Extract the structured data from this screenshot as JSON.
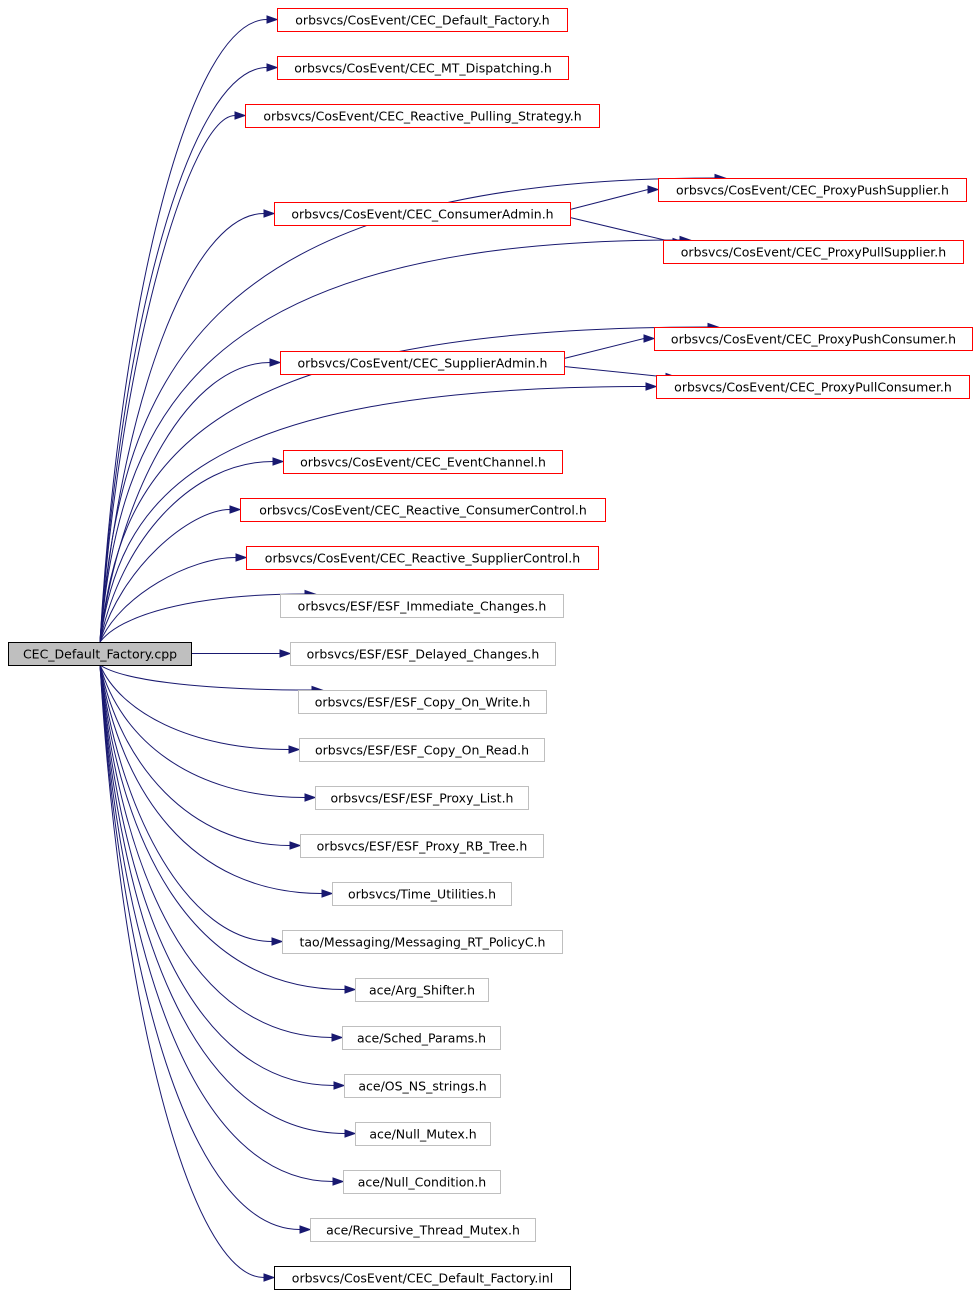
{
  "colors": {
    "root_fill": "#bfbfbf",
    "root_border": "#000000",
    "documented_border": "#ff0000",
    "undocumented_border": "#bfbfbf",
    "inline_border": "#000000",
    "edge": "#191970"
  },
  "root": {
    "label": "CEC_Default_Factory.cpp",
    "style": "root"
  },
  "nodes": [
    {
      "id": "n1",
      "label": "orbsvcs/CosEvent/CEC_Default_Factory.h",
      "style": "documented"
    },
    {
      "id": "n2",
      "label": "orbsvcs/CosEvent/CEC_MT_Dispatching.h",
      "style": "documented"
    },
    {
      "id": "n3",
      "label": "orbsvcs/CosEvent/CEC_Reactive_Pulling_Strategy.h",
      "style": "documented"
    },
    {
      "id": "n4",
      "label": "orbsvcs/CosEvent/CEC_ProxyPushSupplier.h",
      "style": "documented"
    },
    {
      "id": "n5",
      "label": "orbsvcs/CosEvent/CEC_ConsumerAdmin.h",
      "style": "documented"
    },
    {
      "id": "n6",
      "label": "orbsvcs/CosEvent/CEC_ProxyPullSupplier.h",
      "style": "documented"
    },
    {
      "id": "n7",
      "label": "orbsvcs/CosEvent/CEC_ProxyPushConsumer.h",
      "style": "documented"
    },
    {
      "id": "n8",
      "label": "orbsvcs/CosEvent/CEC_SupplierAdmin.h",
      "style": "documented"
    },
    {
      "id": "n9",
      "label": "orbsvcs/CosEvent/CEC_ProxyPullConsumer.h",
      "style": "documented"
    },
    {
      "id": "n10",
      "label": "orbsvcs/CosEvent/CEC_EventChannel.h",
      "style": "documented"
    },
    {
      "id": "n11",
      "label": "orbsvcs/CosEvent/CEC_Reactive_ConsumerControl.h",
      "style": "documented"
    },
    {
      "id": "n12",
      "label": "orbsvcs/CosEvent/CEC_Reactive_SupplierControl.h",
      "style": "documented"
    },
    {
      "id": "n13",
      "label": "orbsvcs/ESF/ESF_Immediate_Changes.h",
      "style": "undocumented"
    },
    {
      "id": "n14",
      "label": "orbsvcs/ESF/ESF_Delayed_Changes.h",
      "style": "undocumented"
    },
    {
      "id": "n15",
      "label": "orbsvcs/ESF/ESF_Copy_On_Write.h",
      "style": "undocumented"
    },
    {
      "id": "n16",
      "label": "orbsvcs/ESF/ESF_Copy_On_Read.h",
      "style": "undocumented"
    },
    {
      "id": "n17",
      "label": "orbsvcs/ESF/ESF_Proxy_List.h",
      "style": "undocumented"
    },
    {
      "id": "n18",
      "label": "orbsvcs/ESF/ESF_Proxy_RB_Tree.h",
      "style": "undocumented"
    },
    {
      "id": "n19",
      "label": "orbsvcs/Time_Utilities.h",
      "style": "undocumented"
    },
    {
      "id": "n20",
      "label": "tao/Messaging/Messaging_RT_PolicyC.h",
      "style": "undocumented"
    },
    {
      "id": "n21",
      "label": "ace/Arg_Shifter.h",
      "style": "undocumented"
    },
    {
      "id": "n22",
      "label": "ace/Sched_Params.h",
      "style": "undocumented"
    },
    {
      "id": "n23",
      "label": "ace/OS_NS_strings.h",
      "style": "undocumented"
    },
    {
      "id": "n24",
      "label": "ace/Null_Mutex.h",
      "style": "undocumented"
    },
    {
      "id": "n25",
      "label": "ace/Null_Condition.h",
      "style": "undocumented"
    },
    {
      "id": "n26",
      "label": "ace/Recursive_Thread_Mutex.h",
      "style": "undocumented"
    },
    {
      "id": "n27",
      "label": "orbsvcs/CosEvent/CEC_Default_Factory.inl",
      "style": "inline"
    }
  ],
  "edges": [
    [
      "root",
      "n1"
    ],
    [
      "root",
      "n2"
    ],
    [
      "root",
      "n3"
    ],
    [
      "root",
      "n4"
    ],
    [
      "root",
      "n5"
    ],
    [
      "root",
      "n6"
    ],
    [
      "root",
      "n7"
    ],
    [
      "root",
      "n8"
    ],
    [
      "root",
      "n9"
    ],
    [
      "root",
      "n10"
    ],
    [
      "root",
      "n11"
    ],
    [
      "root",
      "n12"
    ],
    [
      "root",
      "n13"
    ],
    [
      "root",
      "n14"
    ],
    [
      "root",
      "n15"
    ],
    [
      "root",
      "n16"
    ],
    [
      "root",
      "n17"
    ],
    [
      "root",
      "n18"
    ],
    [
      "root",
      "n19"
    ],
    [
      "root",
      "n20"
    ],
    [
      "root",
      "n21"
    ],
    [
      "root",
      "n22"
    ],
    [
      "root",
      "n23"
    ],
    [
      "root",
      "n24"
    ],
    [
      "root",
      "n25"
    ],
    [
      "root",
      "n26"
    ],
    [
      "root",
      "n27"
    ],
    [
      "n5",
      "n4"
    ],
    [
      "n5",
      "n6"
    ],
    [
      "n8",
      "n7"
    ],
    [
      "n8",
      "n9"
    ]
  ]
}
